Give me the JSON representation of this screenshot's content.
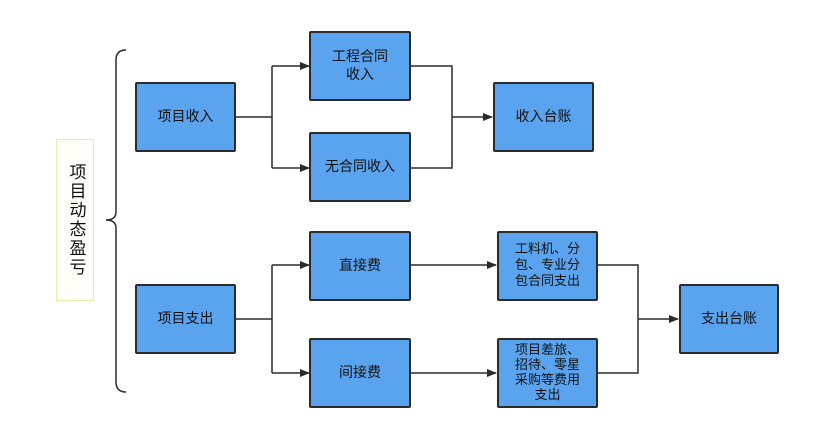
{
  "diagram": {
    "title": "项目动态盈亏",
    "nodes": {
      "income": "项目收入",
      "contract_income": "工程合同\n收入",
      "no_contract_income": "无合同收入",
      "income_ledger": "收入台账",
      "expense": "项目支出",
      "direct_cost": "直接费",
      "indirect_cost": "间接费",
      "direct_detail": "工料机、分\n包、专业分\n包合同支出",
      "indirect_detail": "项目差旅、\n招待、零星\n采购等费用\n支出",
      "expense_ledger": "支出台账"
    },
    "colors": {
      "node_fill": "#5aa4ef",
      "node_border": "#2b2b2b",
      "connector": "#2b2b2b"
    }
  }
}
